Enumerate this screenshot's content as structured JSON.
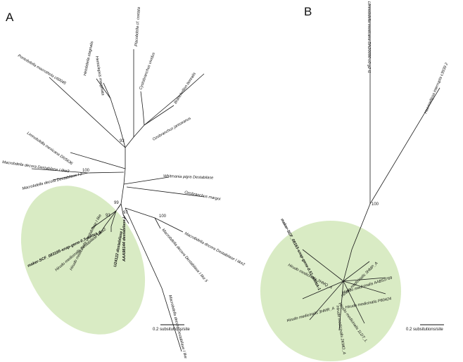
{
  "panels": [
    {
      "letter": "A",
      "scale_label": "0.2 subsitutions/site",
      "leaves": [
        {
          "label": "Pontobdella macrothela c60045",
          "angle": -31
        },
        {
          "label": "Hemiclepsis marginata",
          "angle": 81
        },
        {
          "label": "Helobdella stagnalis",
          "angle": 78
        },
        {
          "label": "Placobdella cf. costata",
          "angle": 86
        },
        {
          "label": "Cystobranchus vividus",
          "angle": 70
        },
        {
          "label": "Branchellion borealis",
          "angle": 57
        },
        {
          "label": "Ozobranchus jantseanus",
          "angle": 30
        },
        {
          "label": "Limnobdella mexicana DN5636",
          "angle": -35
        },
        {
          "label": "Macrobdella decora Destabilase I like3",
          "angle": -8
        },
        {
          "label": "Macrobdella decora Destabilase I 2",
          "angle": 14
        },
        {
          "label": "Whitmania pigra Destabilase",
          "angle": -2
        },
        {
          "label": "Ozobranchus margoi",
          "angle": 11
        },
        {
          "label": "Macrobdella decora Destabilase I like2",
          "angle": 28
        },
        {
          "label": "Macrobdella decora Destabilase I like 5",
          "angle": 50
        },
        {
          "label": "Macrobdella decora Destabilase I like",
          "angle": 76
        },
        {
          "label": "maker-SCF_083185-snap-gene-0.7-mRNA-1",
          "angle": -25,
          "bold": true
        },
        {
          "label": "Hirudo medicinalis Destabilase I like2",
          "angle": -40
        },
        {
          "label": "Hirudo medicinalis Destabilase I like",
          "angle": -62
        },
        {
          "label": "U24122 destabilase I",
          "angle": -80,
          "bold": true
        },
        {
          "label": "AAA98144 destabilase I",
          "angle": -90,
          "bold": true
        }
      ],
      "bootstrap": [
        "93",
        "100",
        "99",
        "97",
        "100",
        "93"
      ]
    },
    {
      "letter": "B",
      "scale_label": "0.2 subsitutions/site",
      "leaves": [
        {
          "label": "Limnobdella mexicana DN20090 c0 g2 i1",
          "angle": 90
        },
        {
          "label": "Haemadipsa interrupta c3939 2",
          "angle": 67
        },
        {
          "label": "maker-SCF_08163-snap-gene-0.51-mRNA-1",
          "angle": 62,
          "bold": true
        },
        {
          "label": "Hirudo medicinalis 2HMQ_A",
          "angle": -28
        },
        {
          "label": "Hirudo medicinalis 3HMP_A",
          "angle": 44
        },
        {
          "label": "Hirudo medicinalis AAB53769",
          "angle": 17
        },
        {
          "label": "Hirudo medicinalis P80424",
          "angle": 11
        },
        {
          "label": "Hirudo medicinalis 1LDT_L",
          "angle": -55
        },
        {
          "label": "Hirudo medicinalis 2KMO_A",
          "angle": -82
        },
        {
          "label": "Hirudo medicinalis 3HMR_A",
          "angle": -15
        }
      ],
      "bootstrap": [
        "100"
      ]
    }
  ],
  "colors": {
    "clade_fill": "#d9ebc4",
    "branch": "#1a1a1a"
  }
}
